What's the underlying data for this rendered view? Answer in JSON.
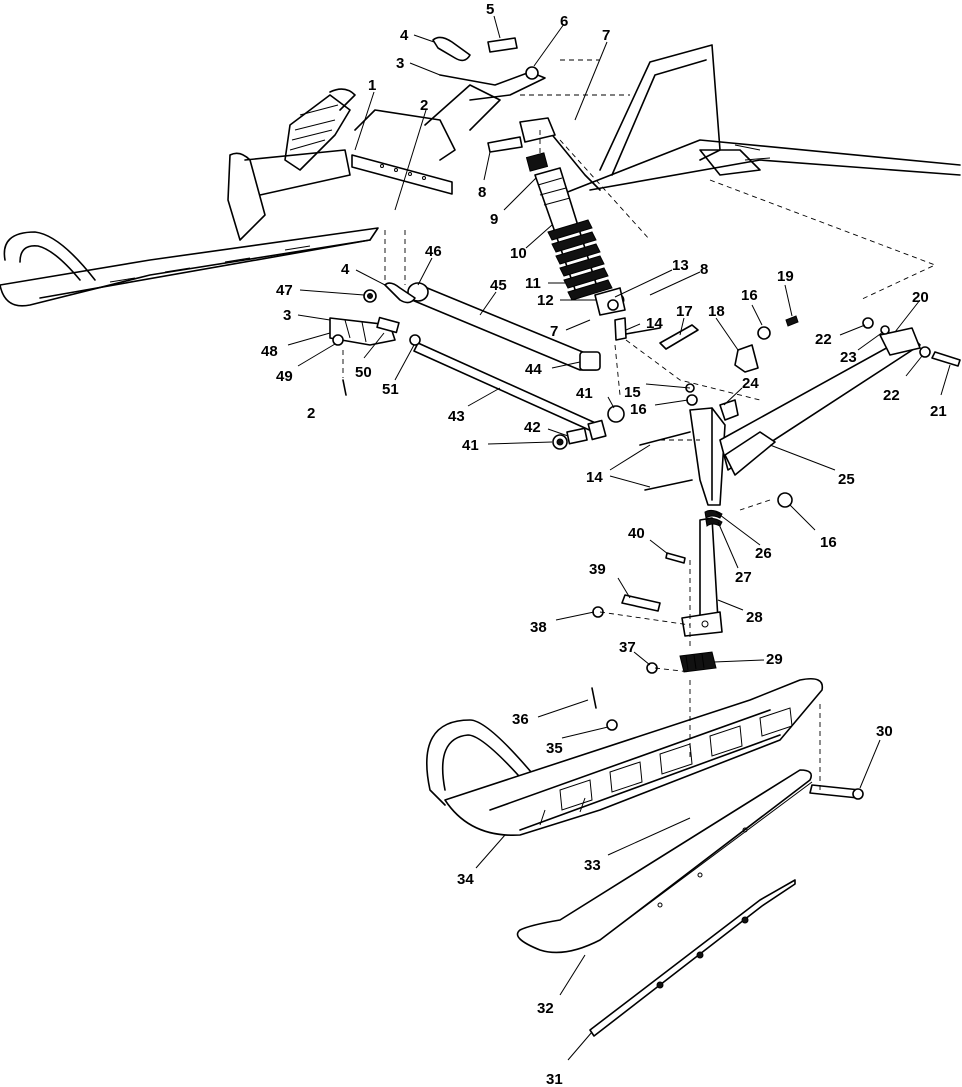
{
  "callouts": [
    {
      "label": "1"
    },
    {
      "label": "2"
    },
    {
      "label": "2"
    },
    {
      "label": "3"
    },
    {
      "label": "3"
    },
    {
      "label": "4"
    },
    {
      "label": "4"
    },
    {
      "label": "5"
    },
    {
      "label": "6"
    },
    {
      "label": "7"
    },
    {
      "label": "7"
    },
    {
      "label": "8"
    },
    {
      "label": "8"
    },
    {
      "label": "9"
    },
    {
      "label": "10"
    },
    {
      "label": "11"
    },
    {
      "label": "12"
    },
    {
      "label": "13"
    },
    {
      "label": "14"
    },
    {
      "label": "14"
    },
    {
      "label": "15"
    },
    {
      "label": "16"
    },
    {
      "label": "16"
    },
    {
      "label": "16"
    },
    {
      "label": "17"
    },
    {
      "label": "18"
    },
    {
      "label": "19"
    },
    {
      "label": "20"
    },
    {
      "label": "21"
    },
    {
      "label": "22"
    },
    {
      "label": "22"
    },
    {
      "label": "23"
    },
    {
      "label": "24"
    },
    {
      "label": "25"
    },
    {
      "label": "26"
    },
    {
      "label": "27"
    },
    {
      "label": "28"
    },
    {
      "label": "29"
    },
    {
      "label": "30"
    },
    {
      "label": "31"
    },
    {
      "label": "32"
    },
    {
      "label": "33"
    },
    {
      "label": "34"
    },
    {
      "label": "35"
    },
    {
      "label": "36"
    },
    {
      "label": "37"
    },
    {
      "label": "38"
    },
    {
      "label": "39"
    },
    {
      "label": "40"
    },
    {
      "label": "41"
    },
    {
      "label": "41"
    },
    {
      "label": "42"
    },
    {
      "label": "43"
    },
    {
      "label": "44"
    },
    {
      "label": "45"
    },
    {
      "label": "46"
    },
    {
      "label": "47"
    },
    {
      "label": "48"
    },
    {
      "label": "49"
    },
    {
      "label": "50"
    },
    {
      "label": "51"
    }
  ]
}
